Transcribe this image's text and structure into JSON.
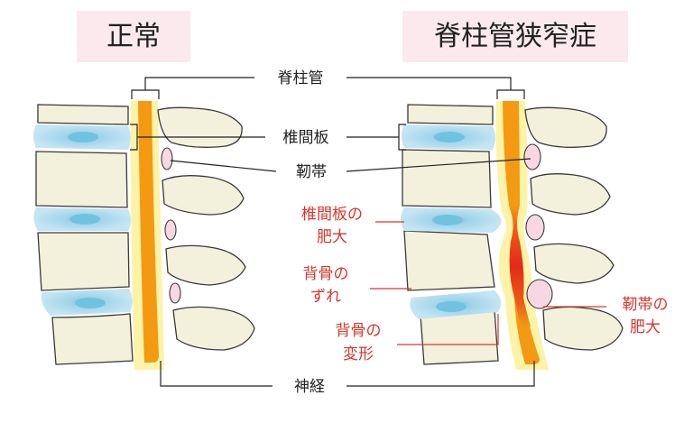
{
  "headings": {
    "normal": "正常",
    "stenosis": "脊柱管狭窄症"
  },
  "labels": {
    "spinal_canal": "脊柱管",
    "disc": "椎間板",
    "ligament": "靭帯",
    "nerve": "神経",
    "disc_bulge_1": "椎間板の",
    "disc_bulge_2": "肥大",
    "slip_1": "背骨の",
    "slip_2": "ずれ",
    "deform_1": "背骨の",
    "deform_2": "変形",
    "lig_thick_1": "靭帯の",
    "lig_thick_2": "肥大"
  },
  "colors": {
    "bone": "#f3f1dc",
    "bone_stroke": "#3a3a3a",
    "disc": "#b9def0",
    "disc_core": "#6fc2e0",
    "canal": "#fbf3a8",
    "nerve": "#f39a12",
    "ligament": "#f7d7e2",
    "compression": "#e8321e",
    "red_text": "#d9362a",
    "heading_bg": "#fbe9ee"
  }
}
